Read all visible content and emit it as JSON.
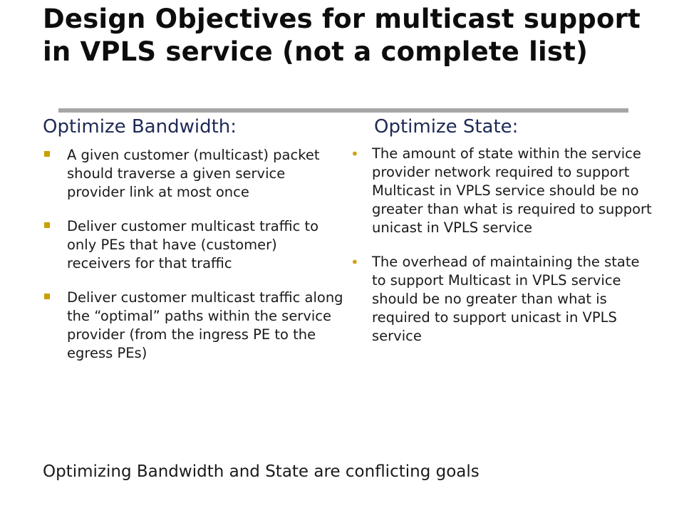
{
  "slide": {
    "title": "Design Objectives for multicast support in VPLS service (not a complete list)",
    "left_column": {
      "heading": "Optimize Bandwidth:",
      "bullets": [
        "A given customer (multicast) packet should traverse a given service provider link at most once",
        "Deliver customer multicast traffic to only PEs that have (customer) receivers for that traffic",
        "Deliver customer multicast traffic along the “optimal” paths within the service provider (from the ingress PE to the egress PEs)"
      ]
    },
    "right_column": {
      "heading": "Optimize State:",
      "bullets": [
        "The amount of state within the service provider network required to support Multicast in VPLS service should be no greater than what is required to support unicast  in VPLS service",
        "The overhead of maintaining the state to support Multicast in VPLS service should be no greater than what is required to support unicast in VPLS service"
      ]
    },
    "footer": "Optimizing Bandwidth and State are conflicting goals"
  },
  "colors": {
    "heading": "#1f2a55",
    "rule": "#a6a6a6",
    "bullet_marker": "#c8a000"
  },
  "icons": {
    "left_bullet": "square-bullet-icon",
    "right_bullet": "dot-bullet-icon"
  }
}
